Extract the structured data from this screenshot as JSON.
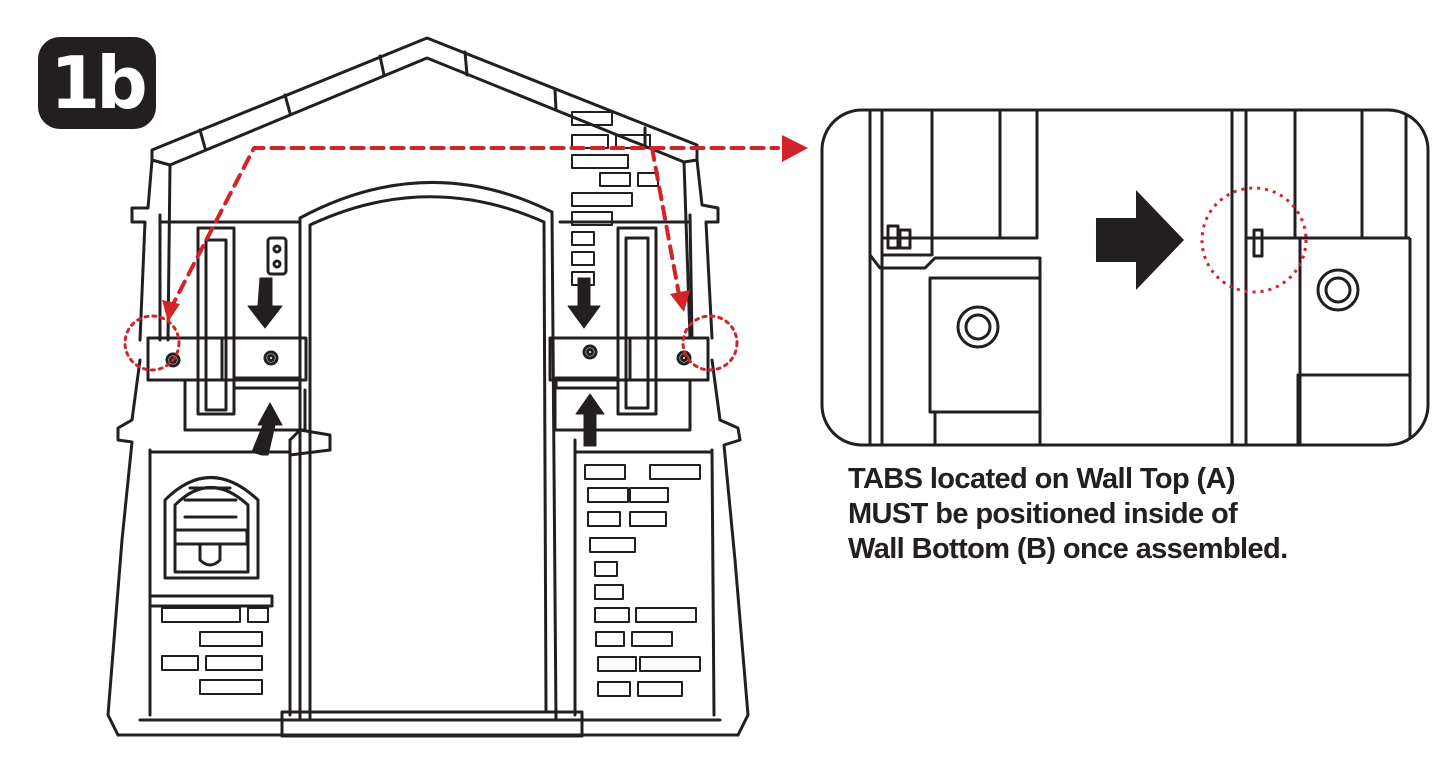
{
  "step": {
    "label": "1b"
  },
  "caption": {
    "lines": [
      "TABS located on Wall Top (A)",
      "MUST be positioned inside of",
      "Wall Bottom (B) once assembled."
    ]
  },
  "colors": {
    "ink": "#231f20",
    "callout_red": "#d2232a",
    "paper": "#ffffff"
  },
  "icons": {
    "push_arrows": "arrow-icon",
    "direction_arrow": "right-arrow-icon"
  }
}
